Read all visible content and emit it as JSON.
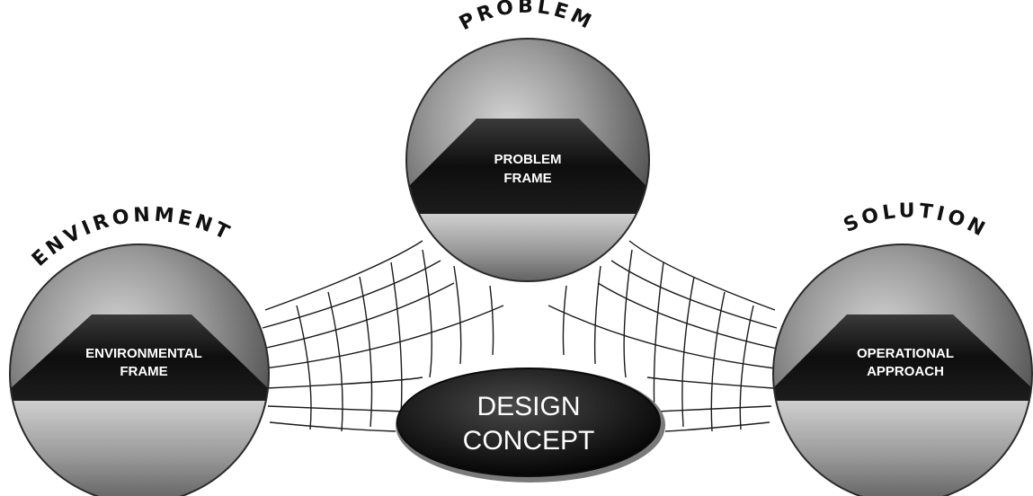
{
  "nodes": {
    "problem": {
      "title": "PROBLEM",
      "frame_line1": "PROBLEM",
      "frame_line2": "FRAME"
    },
    "environment": {
      "title": "ENVIRONMENT",
      "frame_line1": "ENVIRONMENTAL",
      "frame_line2": "FRAME"
    },
    "solution": {
      "title": "SOLUTION",
      "frame_line1": "OPERATIONAL",
      "frame_line2": "APPROACH"
    }
  },
  "concept": {
    "line1": "DESIGN",
    "line2": "CONCEPT"
  }
}
